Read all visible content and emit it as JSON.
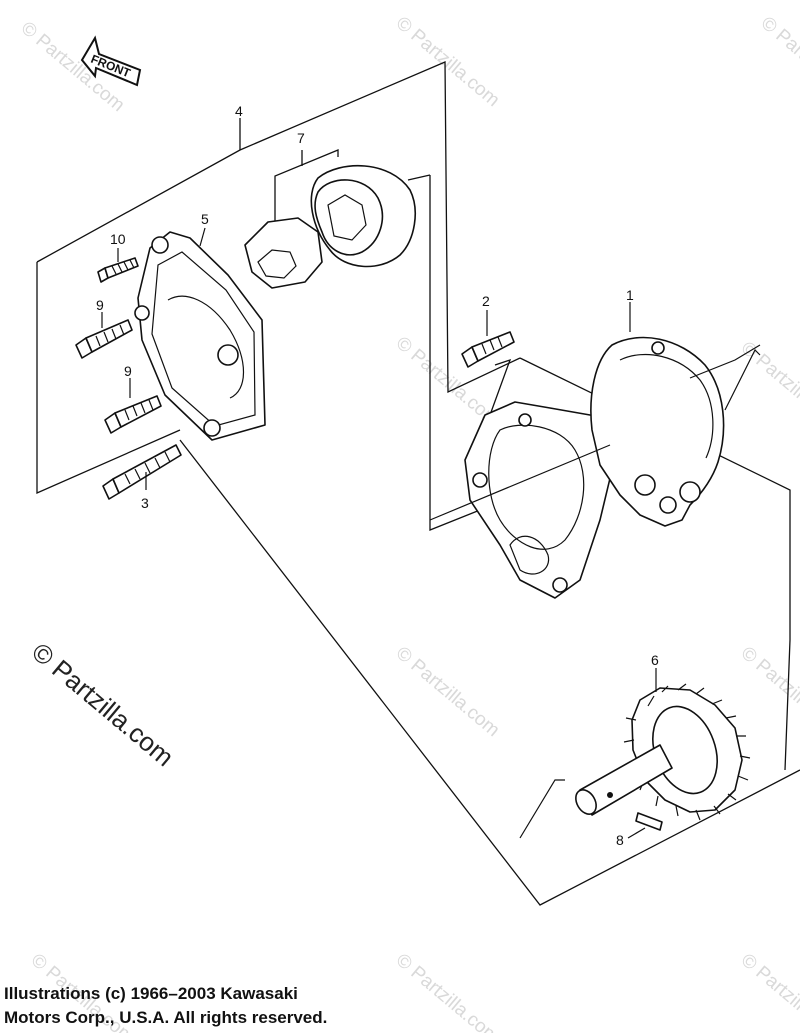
{
  "front_arrow": {
    "label": "FRONT"
  },
  "callouts": [
    {
      "id": "10",
      "text": "10"
    },
    {
      "id": "9a",
      "text": "9"
    },
    {
      "id": "9b",
      "text": "9"
    },
    {
      "id": "3",
      "text": "3"
    },
    {
      "id": "5",
      "text": "5"
    },
    {
      "id": "4",
      "text": "4"
    },
    {
      "id": "7",
      "text": "7"
    },
    {
      "id": "2",
      "text": "2"
    },
    {
      "id": "1",
      "text": "1"
    },
    {
      "id": "6",
      "text": "6"
    },
    {
      "id": "8",
      "text": "8"
    }
  ],
  "watermark": {
    "large": "© Partzilla.com",
    "small": "© Partzilla.com"
  },
  "copyright": {
    "line1": "Illustrations (c) 1966–2003 Kawasaki",
    "line2": "Motors Corp., U.S.A.  All rights reserved."
  }
}
